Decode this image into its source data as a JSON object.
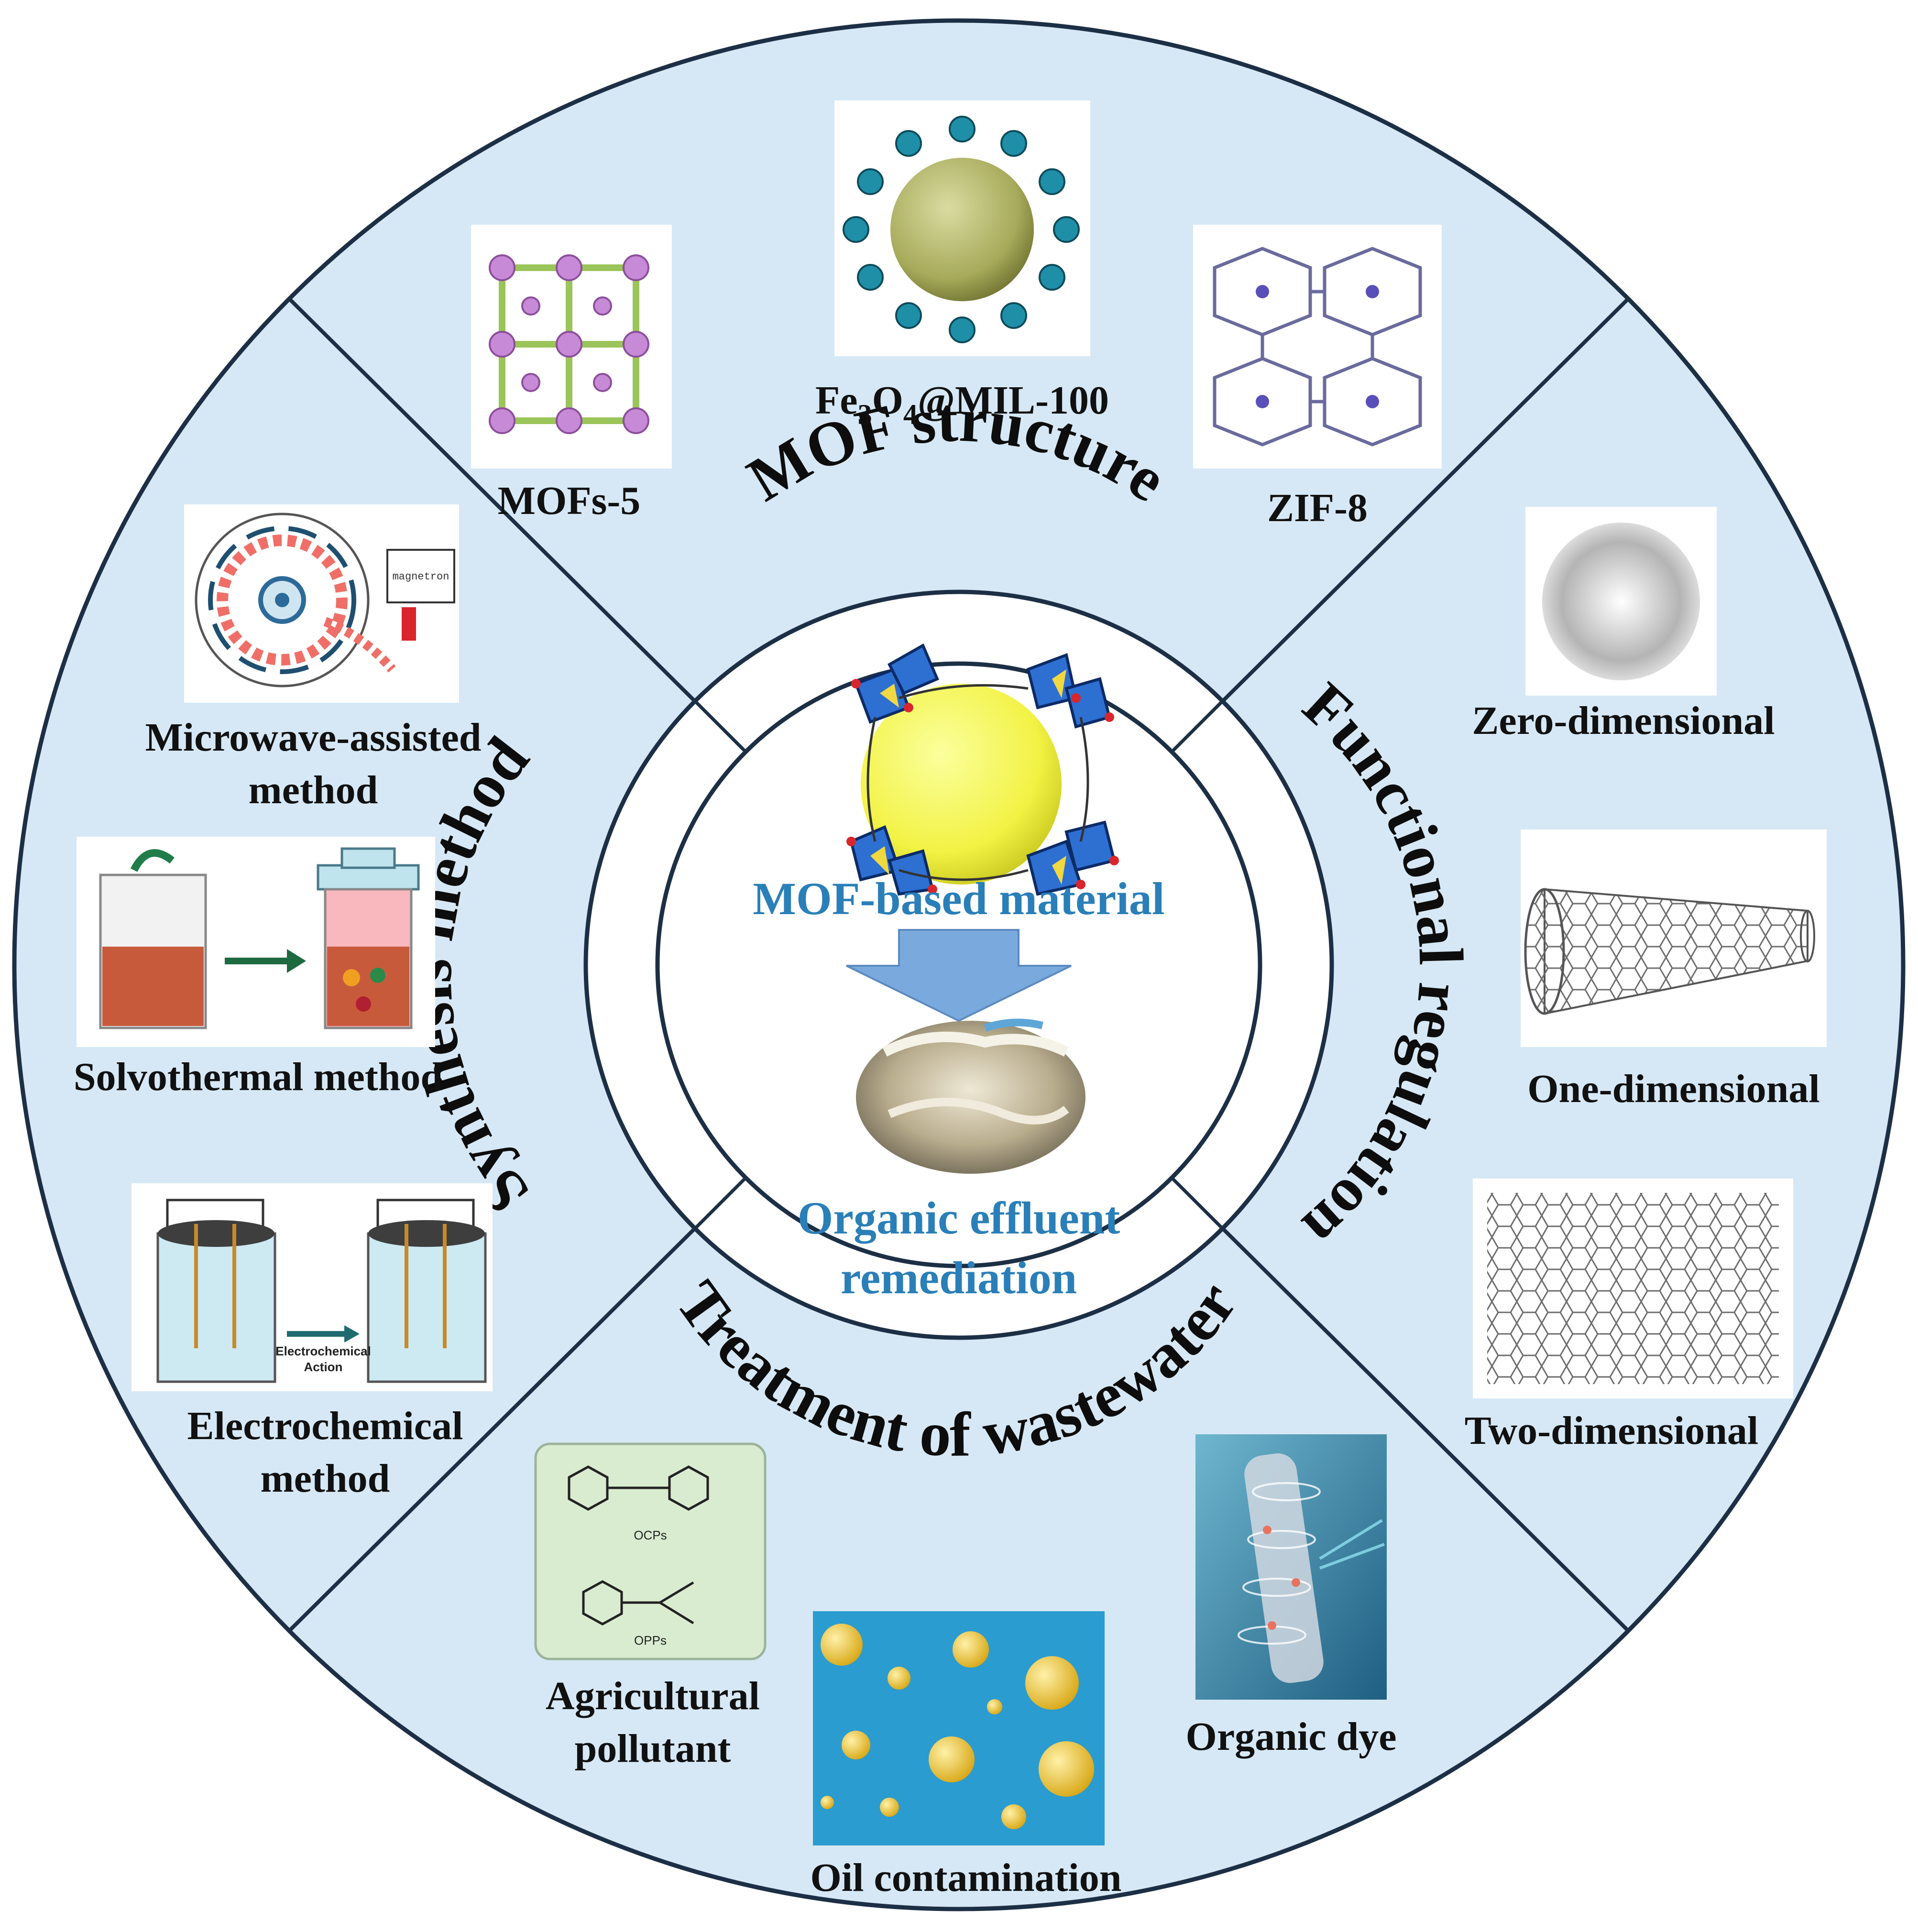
{
  "center": {
    "title": "MOF-based material",
    "subtitle_line1": "Organic effluent",
    "subtitle_line2": "remediation"
  },
  "ring_labels": {
    "top": "MOF structure",
    "right": "Functional regulation",
    "bottom": "Treatment of wastewater",
    "left": "Synthesis method"
  },
  "structure": {
    "mof5": "MOFs-5",
    "fe3o4_main": "Fe",
    "fe3o4_sub": "3",
    "fe3o4_o": "O",
    "fe3o4_o_sub": "4",
    "fe3o4_rest": "@MIL-100",
    "zif8": "ZIF-8"
  },
  "functional": {
    "zero": "Zero-dimensional",
    "one": "One-dimensional",
    "two": "Two-dimensional"
  },
  "synthesis": {
    "microwave_1": "Microwave-assisted",
    "microwave_2": "method",
    "magnetron": "magnetron",
    "solvothermal": "Solvothermal method",
    "electro_1": "Electrochemical",
    "electro_2": "method",
    "electro_arrow_1": "Electrochemical",
    "electro_arrow_2": "Action"
  },
  "wastewater": {
    "agri_1": "Agricultural",
    "agri_2": "pollutant",
    "ocps": "OCPs",
    "opps": "OPPs",
    "oil": "Oil contamination",
    "dye": "Organic dye"
  },
  "colors": {
    "ring_fill": "#d6e8f5",
    "outline": "#1c2f45",
    "accent_text": "#2a7fb8",
    "arrow": "#7aa9dd"
  }
}
